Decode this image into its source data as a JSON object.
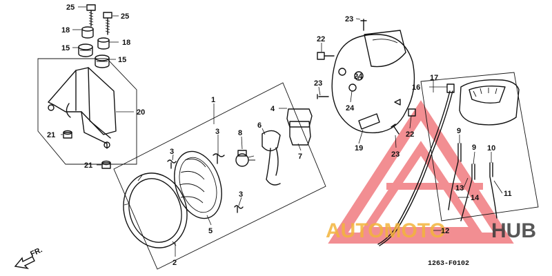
{
  "diagram": {
    "callouts": [
      {
        "id": "c25a",
        "text": "25"
      },
      {
        "id": "c25b",
        "text": "25"
      },
      {
        "id": "c18a",
        "text": "18"
      },
      {
        "id": "c18b",
        "text": "18"
      },
      {
        "id": "c15a",
        "text": "15"
      },
      {
        "id": "c15b",
        "text": "15"
      },
      {
        "id": "c20",
        "text": "20"
      },
      {
        "id": "c21a",
        "text": "21"
      },
      {
        "id": "c21b",
        "text": "21"
      },
      {
        "id": "c1",
        "text": "1"
      },
      {
        "id": "c2",
        "text": "2"
      },
      {
        "id": "c3a",
        "text": "3"
      },
      {
        "id": "c3b",
        "text": "3"
      },
      {
        "id": "c3c",
        "text": "3"
      },
      {
        "id": "c4",
        "text": "4"
      },
      {
        "id": "c5",
        "text": "5"
      },
      {
        "id": "c6",
        "text": "6"
      },
      {
        "id": "c7",
        "text": "7"
      },
      {
        "id": "c8",
        "text": "8"
      },
      {
        "id": "c23a",
        "text": "23"
      },
      {
        "id": "c22a",
        "text": "22"
      },
      {
        "id": "c23b",
        "text": "23"
      },
      {
        "id": "c24a",
        "text": "24"
      },
      {
        "id": "c24b",
        "text": "24"
      },
      {
        "id": "c22b",
        "text": "22"
      },
      {
        "id": "c23c",
        "text": "23"
      },
      {
        "id": "c19",
        "text": "19"
      },
      {
        "id": "c17",
        "text": "17"
      },
      {
        "id": "c16",
        "text": "16"
      },
      {
        "id": "c9a",
        "text": "9"
      },
      {
        "id": "c9b",
        "text": "9"
      },
      {
        "id": "c10",
        "text": "10"
      },
      {
        "id": "c13",
        "text": "13"
      },
      {
        "id": "c14",
        "text": "14"
      },
      {
        "id": "c11",
        "text": "11"
      },
      {
        "id": "c12",
        "text": "12"
      }
    ],
    "front_label": "FR.",
    "diagram_code": "1263-F0102"
  },
  "watermark": {
    "text_auto": "AUTOMOTO",
    "text_hub": "HUB",
    "color_red": "#e8323a",
    "color_orange": "#f3b43c",
    "color_dark": "#3a3a3a"
  }
}
